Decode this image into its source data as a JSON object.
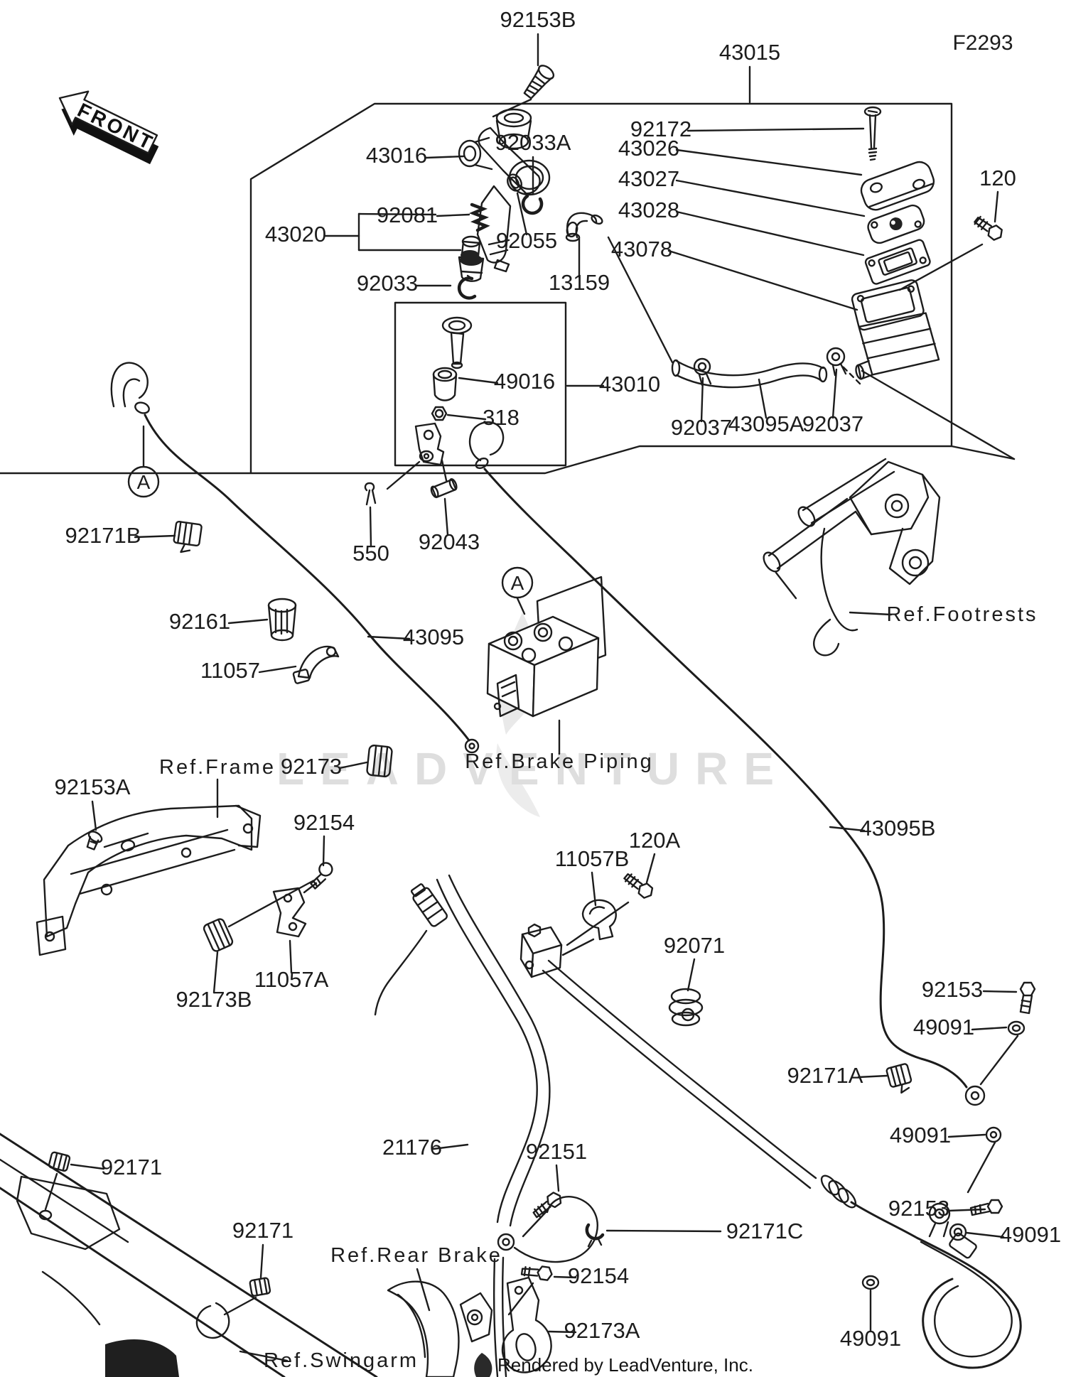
{
  "meta": {
    "diagram_code": "F2293",
    "front_marker": "FRONT",
    "detail_marker": "A",
    "watermark": "LEADVENTURE",
    "credit": "Rendered by LeadVenture, Inc."
  },
  "colors": {
    "line": "#1c1c1c",
    "background": "#ffffff",
    "watermark": "#dedede"
  },
  "labels": [
    {
      "text": "92153B"
    },
    {
      "text": "43015"
    },
    {
      "text": "43016"
    },
    {
      "text": "92033A"
    },
    {
      "text": "92081"
    },
    {
      "text": "43020"
    },
    {
      "text": "92055"
    },
    {
      "text": "92033"
    },
    {
      "text": "13159"
    },
    {
      "text": "92172"
    },
    {
      "text": "43026"
    },
    {
      "text": "43027"
    },
    {
      "text": "43028"
    },
    {
      "text": "43078"
    },
    {
      "text": "120"
    },
    {
      "text": "49016"
    },
    {
      "text": "43010"
    },
    {
      "text": "318"
    },
    {
      "text": "92037"
    },
    {
      "text": "43095A"
    },
    {
      "text": "92037"
    },
    {
      "text": "550"
    },
    {
      "text": "92043"
    },
    {
      "text": "92171B"
    },
    {
      "text": "92161"
    },
    {
      "text": "11057"
    },
    {
      "text": "43095"
    },
    {
      "text": "92173"
    },
    {
      "text": "92153A"
    },
    {
      "text": "92154"
    },
    {
      "text": "11057A"
    },
    {
      "text": "92173B"
    },
    {
      "text": "11057B"
    },
    {
      "text": "120A"
    },
    {
      "text": "43095B"
    },
    {
      "text": "92071"
    },
    {
      "text": "92153"
    },
    {
      "text": "49091"
    },
    {
      "text": "92171A"
    },
    {
      "text": "49091"
    },
    {
      "text": "92171"
    },
    {
      "text": "92171"
    },
    {
      "text": "21176"
    },
    {
      "text": "92151"
    },
    {
      "text": "92171C"
    },
    {
      "text": "92153"
    },
    {
      "text": "49091"
    },
    {
      "text": "92154"
    },
    {
      "text": "92173A"
    },
    {
      "text": "49091"
    }
  ],
  "refs": [
    {
      "text": "Ref.Footrests"
    },
    {
      "text": "Ref.Frame"
    },
    {
      "text": "Ref.Brake Piping"
    },
    {
      "text": "Ref.Rear Brake"
    },
    {
      "text": "Ref.Swingarm"
    }
  ]
}
